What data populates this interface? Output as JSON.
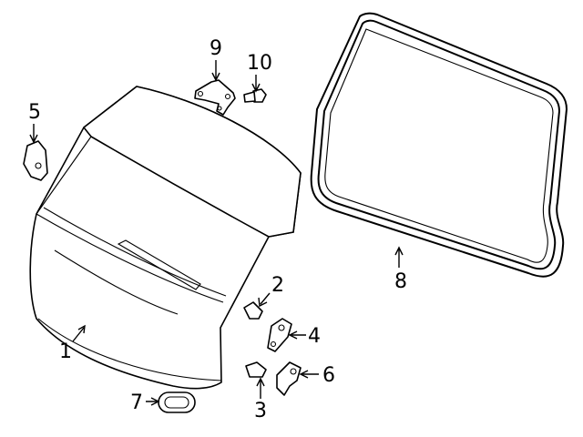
{
  "diagram": {
    "callouts": [
      {
        "id": "1",
        "label": "1"
      },
      {
        "id": "2",
        "label": "2"
      },
      {
        "id": "3",
        "label": "3"
      },
      {
        "id": "4",
        "label": "4"
      },
      {
        "id": "5",
        "label": "5"
      },
      {
        "id": "6",
        "label": "6"
      },
      {
        "id": "7",
        "label": "7"
      },
      {
        "id": "8",
        "label": "8"
      },
      {
        "id": "9",
        "label": "9"
      },
      {
        "id": "10",
        "label": "10"
      }
    ],
    "line_color": "#000000",
    "background": "#ffffff"
  }
}
